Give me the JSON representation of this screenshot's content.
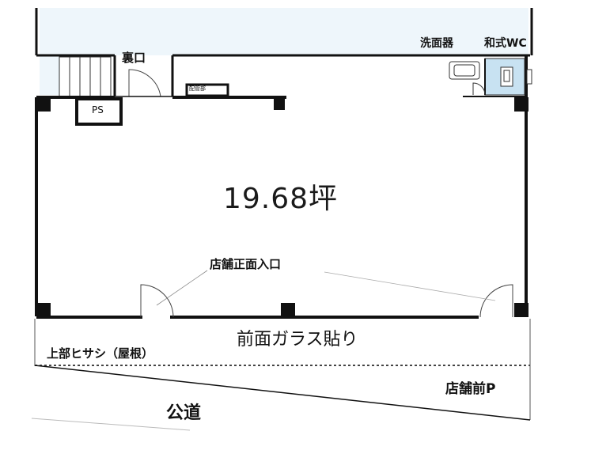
{
  "floor_plan": {
    "area_label": "19.68坪",
    "back_door_label": "裏口",
    "washbasin_label": "洗面器",
    "toilet_label": "和式WC",
    "pipe_space_label": "PS",
    "piping_label": "配管部",
    "main_entrance_label": "店舗正面入口",
    "glass_front_label": "前面ガラス貼り",
    "eave_label": "上部ヒサシ（屋根）",
    "parking_label": "店舗前P",
    "road_label": "公道"
  }
}
